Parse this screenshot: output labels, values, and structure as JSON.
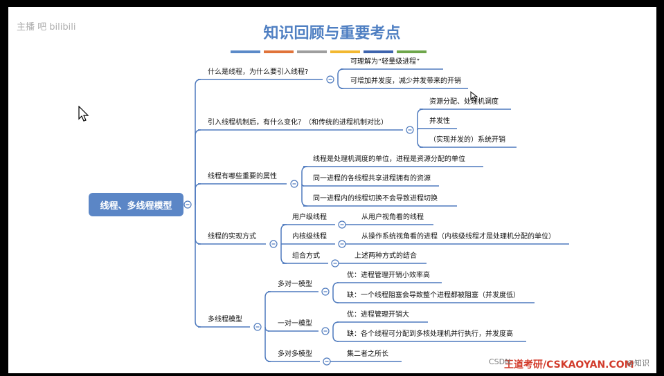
{
  "watermark": {
    "text": "主播  吧  bilibili"
  },
  "slide": {
    "title": "知识回顾与重要考点",
    "accent_colors": [
      "#5b8ac8",
      "#e0733a",
      "#9e9e9e",
      "#f2b830",
      "#3d63ad",
      "#6ea64a"
    ]
  },
  "mindmap": {
    "root": "线程、多线程模型",
    "branches": [
      {
        "label": "什么是线程，为什么要引入线程?",
        "children": [
          {
            "label": "可理解为“轻量级进程”"
          },
          {
            "label": "可增加并发度，减少并发带来的开销"
          }
        ]
      },
      {
        "label": "引入线程机制后，有什么变化？（和传统的进程机制对比）",
        "children": [
          {
            "label": "资源分配、处理机调度"
          },
          {
            "label": "并发性"
          },
          {
            "label": "（实现并发的）系统开销"
          }
        ]
      },
      {
        "label": "线程有哪些重要的属性",
        "children": [
          {
            "label": "线程是处理机调度的单位，进程是资源分配的单位"
          },
          {
            "label": "同一进程的各线程共享进程拥有的资源"
          },
          {
            "label": "同一进程内的线程切换不会导致进程切换"
          }
        ]
      },
      {
        "label": "线程的实现方式",
        "children": [
          {
            "label": "用户级线程",
            "children": [
              {
                "label": "从用户视角看的线程"
              }
            ]
          },
          {
            "label": "内核级线程",
            "children": [
              {
                "label": "从操作系统视角看的进程（内核级线程才是处理机分配的单位）"
              }
            ]
          },
          {
            "label": "组合方式",
            "children": [
              {
                "label": "上述两种方式的结合"
              }
            ]
          }
        ]
      },
      {
        "label": "多线程模型",
        "children": [
          {
            "label": "多对一模型",
            "children": [
              {
                "label": "优：进程管理开销小效率高"
              },
              {
                "label": "缺：一个线程阻塞会导致整个进程都被阻塞（并发度低）"
              }
            ]
          },
          {
            "label": "一对一模型",
            "children": [
              {
                "label": "优：进程管理开销大"
              },
              {
                "label": "缺：各个线程可分配到多核处理机并行执行，并发度高"
              }
            ]
          },
          {
            "label": "多对多模型",
            "children": [
              {
                "label": "集二者之所长"
              }
            ]
          }
        ]
      }
    ]
  },
  "footer": {
    "csdn": "CSDN",
    "brand": "王道考研/CSKAOYAN.COM",
    "author": "@知识"
  }
}
